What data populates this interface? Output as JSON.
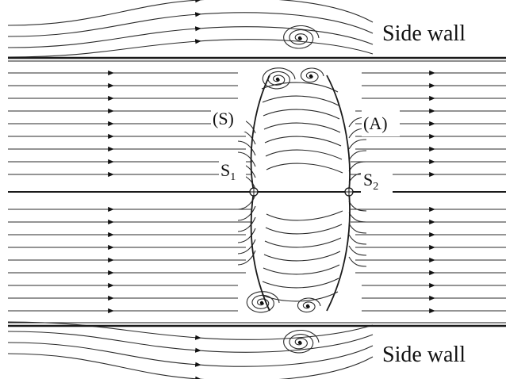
{
  "labels": {
    "side_wall_top": "Side wall",
    "side_wall_bottom": "Side wall",
    "separation_line": "(S)",
    "attachment_line": "(A)",
    "saddle_1_base": "S",
    "saddle_1_sub": "1",
    "saddle_2_base": "S",
    "saddle_2_sub": "2"
  },
  "colors": {
    "ink": "#111111",
    "line": "#2a2a2a",
    "wall": "#1a1a1a",
    "background": "#ffffff"
  }
}
